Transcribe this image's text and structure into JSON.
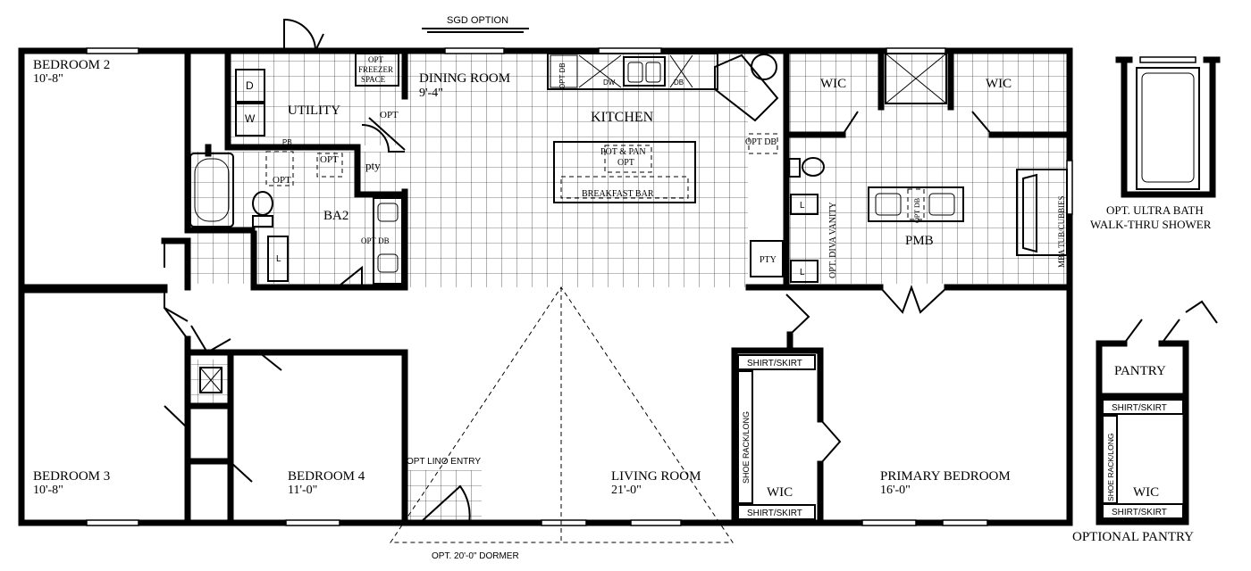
{
  "labels": {
    "sgd_option": "SGD OPTION",
    "bedroom2": "BEDROOM 2",
    "bedroom2_size": "10'-8\"",
    "utility": "UTILITY",
    "opt_freezer": "OPT",
    "opt_freezer2": "FREEZER",
    "opt_freezer3": "SPACE",
    "dryer": "D",
    "washer": "W",
    "pb": "PB",
    "opt_door_utility": "OPT",
    "opt_ba2_a": "OPT",
    "opt_ba2_b": "OPT",
    "pty_small": "pty",
    "ba2": "BA2",
    "linen_ba2": "L",
    "opt_db_ba2": "OPT DB",
    "dining_room": "DINING ROOM",
    "dining_size": "9'-4\"",
    "kitchen": "KITCHEN",
    "opt_db_kitchen": "OPT DB",
    "dw": "DW",
    "db": "DB",
    "pot_pan": "POT & PAN",
    "pot_pan_opt": "OPT",
    "breakfast_bar": "BREAKFAST BAR",
    "opt_db_right": "OPT DB",
    "pty_kitchen": "PTY",
    "wic_left": "WIC",
    "wic_right": "WIC",
    "linen_pmb1": "L",
    "linen_pmb2": "L",
    "opt_diva": "OPT. DIVA VANITY",
    "opt_db_pmb": "OPT DB",
    "pmb": "PMB",
    "mba_tub": "MBA TUB/CUBBIES",
    "opt_ultra1": "OPT. ULTRA BATH",
    "opt_ultra2": "WALK-THRU SHOWER",
    "bedroom3": "BEDROOM 3",
    "bedroom3_size": "10'-8\"",
    "bedroom4": "BEDROOM 4",
    "bedroom4_size": "11'-0\"",
    "opt_lino": "OPT LINO ENTRY",
    "living_room": "LIVING ROOM",
    "living_size": "21'-0\"",
    "shirt_skirt_top": "SHIRT/SKIRT",
    "shoe_rack": "SHOE RACK/LONG",
    "wic_closet": "WIC",
    "shirt_skirt_bottom": "SHIRT/SKIRT",
    "primary_bedroom": "PRIMARY BEDROOM",
    "primary_size": "16'-0\"",
    "pantry": "PANTRY",
    "pantry_shirt_top": "SHIRT/SKIRT",
    "pantry_shoe": "SHOE RACK/LONG",
    "pantry_wic": "WIC",
    "pantry_shirt_bottom": "SHIRT/SKIRT",
    "optional_pantry": "OPTIONAL PANTRY",
    "dormer": "OPT. 20'-0\" DORMER"
  }
}
